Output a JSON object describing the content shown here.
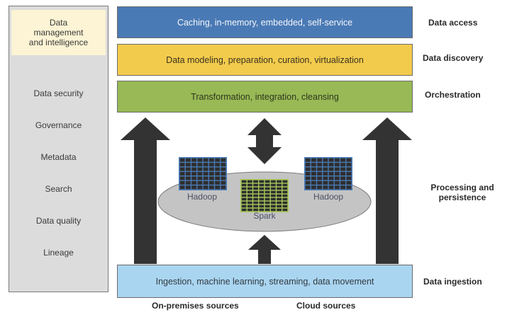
{
  "sidebar": {
    "header": "Data\nmanagement\nand intelligence",
    "items": [
      {
        "label": "Data security"
      },
      {
        "label": "Governance"
      },
      {
        "label": "Metadata"
      },
      {
        "label": "Search"
      },
      {
        "label": "Data quality"
      },
      {
        "label": "Lineage"
      }
    ]
  },
  "layers": {
    "access": {
      "text": "Caching, in-memory, embedded, self-service",
      "label": "Data access",
      "color": "#4a7ab5"
    },
    "discovery": {
      "text": "Data modeling, preparation, curation, virtualization",
      "label": "Data discovery",
      "color": "#f3cb4c"
    },
    "orchestration": {
      "text": "Transformation, integration, cleansing",
      "label": "Orchestration",
      "color": "#98b955"
    },
    "processing": {
      "label": "Processing and persistence",
      "platform_color": "#c4c4c4"
    },
    "ingestion": {
      "text": "Ingestion, machine learning, streaming, data movement",
      "label": "Data ingestion",
      "color": "#a9d5f1"
    }
  },
  "processing": {
    "clusters": [
      {
        "label": "Hadoop",
        "color": "#4a7ab5"
      },
      {
        "label": "Spark",
        "color": "#a8c85a"
      },
      {
        "label": "Hadoop",
        "color": "#4a7ab5"
      }
    ]
  },
  "sources": {
    "on_premises": "On-premises sources",
    "cloud": "Cloud sources"
  },
  "arrow_color": "#333333"
}
